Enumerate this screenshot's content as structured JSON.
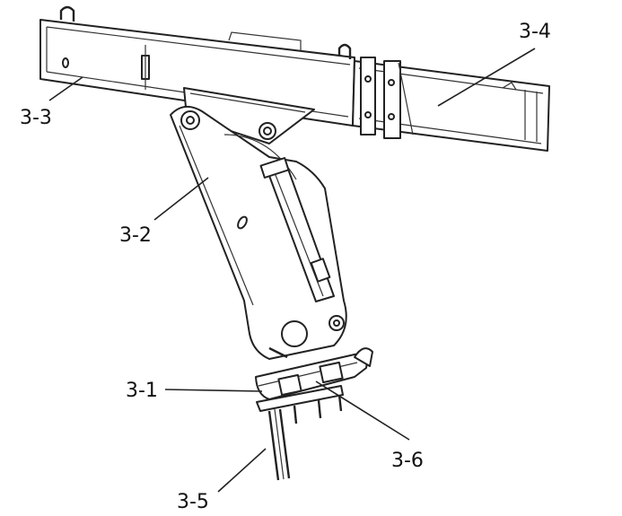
{
  "callouts": {
    "c31": "3-1",
    "c32": "3-2",
    "c33": "3-3",
    "c34": "3-4",
    "c35": "3-5",
    "c36": "3-6"
  },
  "colors": {
    "line": "#222222",
    "background": "#ffffff"
  }
}
